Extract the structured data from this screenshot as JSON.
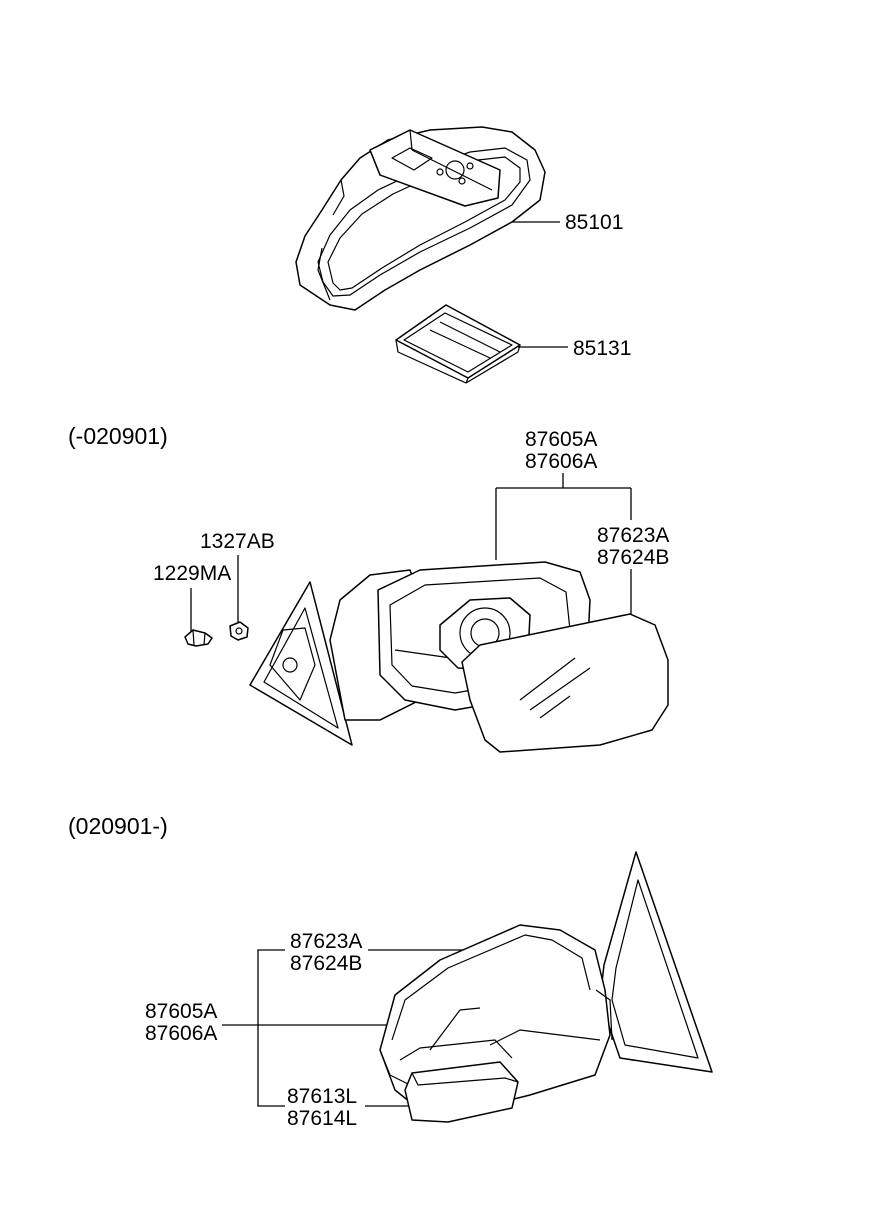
{
  "sections": [
    {
      "id": "pre",
      "header": "(-020901)"
    },
    {
      "id": "post",
      "header": "(020901-)"
    }
  ],
  "callouts": {
    "inside_mirror": "85101",
    "mirror_cover": "85131",
    "pre_assembly_1": "87605A",
    "pre_assembly_2": "87606A",
    "pre_glass_1": "87623A",
    "pre_glass_2": "87624B",
    "nut": "1327AB",
    "bolt": "1229MA",
    "post_glass_1": "87623A",
    "post_glass_2": "87624B",
    "post_assembly_1": "87605A",
    "post_assembly_2": "87606A",
    "post_cover_1": "87613L",
    "post_cover_2": "87614L"
  }
}
